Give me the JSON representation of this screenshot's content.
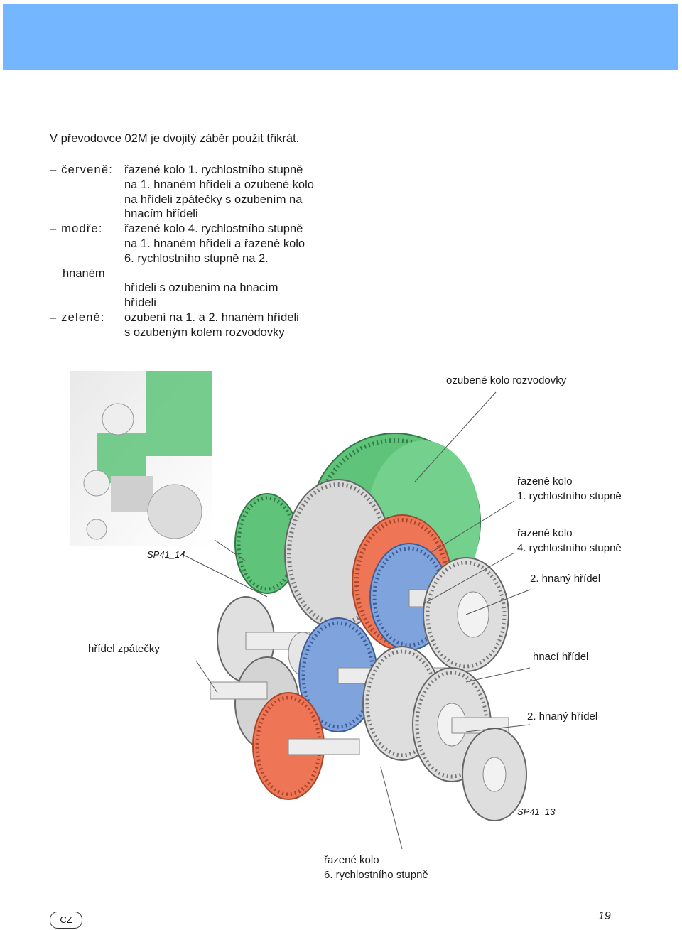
{
  "intro": "V převodovce 02M je dvojitý záběr použit třikrát.",
  "legend": [
    {
      "label": "– červeně:",
      "lines": [
        "řazené kolo 1. rychlostního stupně",
        "na 1. hnaném hřídeli a ozubené kolo",
        "na hřídeli zpátečky s ozubením na",
        "hnacím hřídeli"
      ]
    },
    {
      "label": "– modře:",
      "lines": [
        "řazené kolo 4. rychlostního stupně",
        "na 1. hnaném hřídeli a řazené kolo",
        "6. rychlostního stupně na 2."
      ]
    },
    {
      "label": "hnaném",
      "lines": [
        "",
        "hřídeli s ozubením na hnacím",
        "hřídeli"
      ]
    },
    {
      "label": "– zeleně:",
      "lines": [
        "ozubení na 1. a 2. hnaném hřídeli",
        "s ozubeným kolem rozvodovky"
      ]
    }
  ],
  "figure": {
    "labels": {
      "final_drive_gear": "ozubené kolo rozvodovky",
      "gear1_a": "řazené kolo",
      "gear1_b": "1. rychlostního stupně",
      "gear4_a": "řazené kolo",
      "gear4_b": "4. rychlostního stupně",
      "shaft2_top": "2. hnaný hřídel",
      "reverse_shaft": "hřídel zpátečky",
      "input_shaft": "hnací hřídel",
      "shaft2_bottom": "2. hnaný hřídel",
      "gear6_a": "řazené kolo",
      "gear6_b": "6. rychlostního stupně"
    },
    "codes": {
      "inset": "SP41_14",
      "main": "SP41_13"
    },
    "colors": {
      "green": "#5fc47a",
      "blue": "#7fa3dd",
      "red": "#ee7656",
      "grey": "#d9d9d9"
    }
  },
  "footer": {
    "lang": "CZ",
    "page": "19"
  }
}
